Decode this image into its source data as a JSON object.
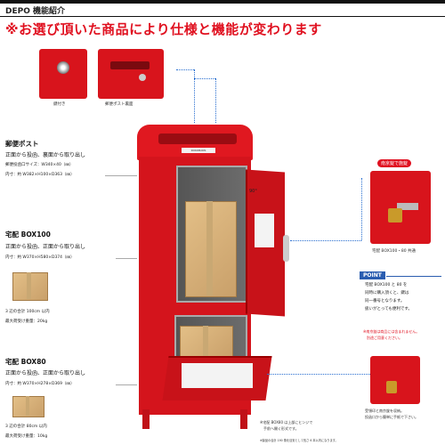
{
  "header": {
    "section_title": "DEPO 機能紹介",
    "notice": "※お選び頂いた商品により仕様と機能が変わります"
  },
  "thumbnails": {
    "key_caption": "鍵付き",
    "back_caption": "郵便ポスト裏面"
  },
  "mailbox": {
    "title": "郵便ポスト",
    "line1": "正面から投函、裏面から取り出し",
    "line2": "郵便投函口サイズ：W340×40（㎜）",
    "line3": "内寸：約 W382×H100×D363（㎜）",
    "brand": "ROKOBANS"
  },
  "box100": {
    "title": "宅配 BOX100",
    "line1": "正面から投函、正面から取り出し",
    "line2": "内寸：約 W370×H580×D374（㎜）",
    "size": "3 辺の合計 100cm 以内",
    "weight": "最大荷受け重量：20kg",
    "angle": "90°"
  },
  "box80": {
    "title": "宅配 BOX80",
    "line1": "正面から投函、正面から取り出し",
    "line2": "内寸：約 W370×H278×D369（㎜）",
    "size": "3 辺の合計 80cm 以内",
    "weight": "最大荷受け重量：10kg"
  },
  "right_panel": {
    "badge": "南京錠で施錠",
    "lock_caption": "宅配 BOX100・80 共通",
    "point_label": "POINT",
    "point_text": [
      "宅配 BOX100 と 80 を",
      "同時に購入頂くと、鍵は",
      "同一番号となります。",
      "扱いがとっても便利です。"
    ],
    "warning": [
      "※南京錠は商品には含まれません。",
      "　別途ご用意ください。"
    ],
    "bottom_caption": [
      "受領印と南京錠を収納。",
      "投函口から簡単に手紙で下さい。"
    ]
  },
  "footnotes": {
    "line1": "※宅配 BOX80 は上部にヒンジで",
    "line2": "　手前へ開く形式です。",
    "right": "※製品の合計 190 角を目安として長さ 6 本以内になります。"
  }
}
